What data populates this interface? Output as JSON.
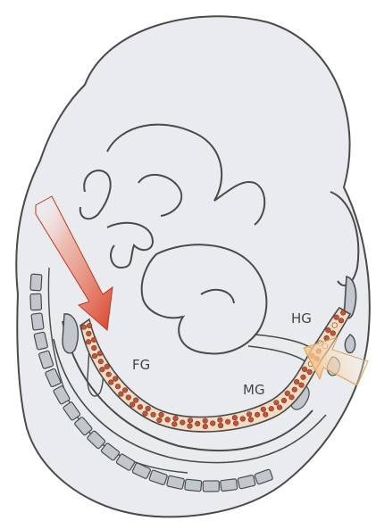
{
  "diagram": {
    "labels": {
      "foregut": "FG",
      "midgut": "MG",
      "hindgut": "HG"
    },
    "colors": {
      "body_fill": "#e9ebef",
      "outline": "#4a4a4a",
      "somite_fill": "#c2c7ce",
      "gut_tube_fill": "#f2dcc4",
      "gut_dot": "#c0553a",
      "hindgut_dot_light": "#f7e6c7",
      "arrow_red": "#d9432a",
      "arrow_yellow": "#f3b870"
    },
    "icons": {
      "anterior_arrow": "red-arrow-icon",
      "posterior_arrow": "yellow-arrow-icon"
    }
  }
}
